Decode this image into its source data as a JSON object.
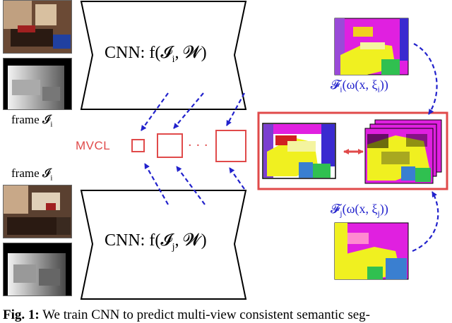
{
  "labels": {
    "frame_i": "frame 𝓘",
    "frame_i_sub": "i",
    "frame_j": "frame 𝓘",
    "frame_j_sub": "i",
    "cnn_top": "CNN: f(𝓘",
    "cnn_top_sub": "i",
    "cnn_top_tail": ", 𝓦)",
    "cnn_bottom": "CNN: f(𝓘",
    "cnn_bottom_sub": "j",
    "cnn_bottom_tail": ", 𝓦)",
    "mvcl": "MVCL",
    "dots": "· · ·",
    "F_i": "𝓕",
    "F_i_sub": "i",
    "F_i_tail": "(ω(x, ξ",
    "F_i_xi_sub": "i",
    "F_i_end": "))",
    "F_j": "𝓕",
    "F_j_sub": "j",
    "F_j_tail": "(ω(x, ξ",
    "F_j_xi_sub": "j",
    "F_j_end": "))"
  },
  "caption": {
    "bold": "Fig. 1:",
    "text": " We train CNN to predict multi-view consistent semantic seg-"
  },
  "colors": {
    "arrow_blue": "#2222cc",
    "mvcl_red": "#e04a4a",
    "seg_magenta": "#e020e0",
    "seg_yellow": "#f0f020",
    "seg_blue": "#3a7fd0",
    "seg_green": "#30c050",
    "seg_purple": "#7a3fd0"
  },
  "icons": {
    "bidirectional_arrow": "red-double-arrow-icon",
    "dashed_arrow": "blue-dashed-arrow-icon"
  }
}
